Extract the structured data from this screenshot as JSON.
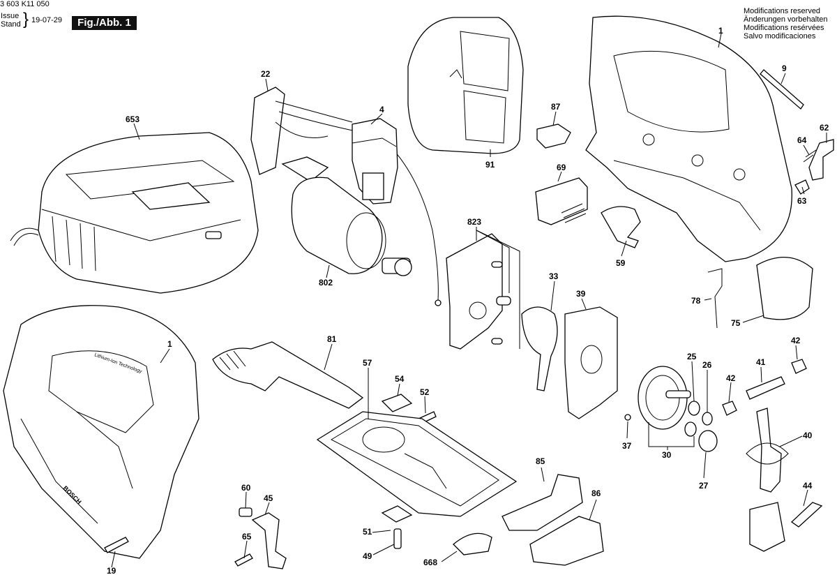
{
  "header": {
    "doc_number": "3 603 K11 050",
    "issue_label": "Issue",
    "stand_label": "Stand",
    "date": "19-07-29",
    "figure_label": "Fig./Abb. 1"
  },
  "notes": [
    "Modifications reserved",
    "Änderungen vorbehalten",
    "Modifications resérvées",
    "Salvo modificaciones"
  ],
  "labels": {
    "p653": "653",
    "p22": "22",
    "p4": "4",
    "p91": "91",
    "p87": "87",
    "p1a": "1",
    "p9": "9",
    "p62": "62",
    "p64": "64",
    "p63": "63",
    "p69": "69",
    "p59": "59",
    "p823": "823",
    "p802": "802",
    "p33": "33",
    "p39": "39",
    "p78": "78",
    "p75": "75",
    "p1b": "1",
    "p81": "81",
    "p57": "57",
    "p54": "54",
    "p52": "52",
    "p25": "25",
    "p26": "26",
    "p42a": "42",
    "p41": "41",
    "p42b": "42",
    "p37": "37",
    "p30": "30",
    "p27": "27",
    "p40": "40",
    "p44": "44",
    "p60": "60",
    "p45": "45",
    "p65": "65",
    "p19": "19",
    "p51": "51",
    "p49": "49",
    "p668": "668",
    "p85": "85",
    "p86": "86"
  },
  "brand_text": {
    "housing_tag": "Lithium-Ion Technology",
    "housing_brand": "BOSCH"
  }
}
